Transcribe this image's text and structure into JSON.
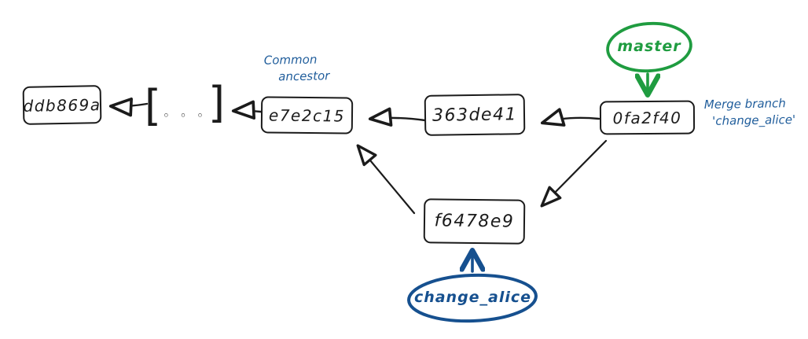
{
  "commits": {
    "ddb869a": "ddb869a",
    "e7e2c15": "e7e2c15",
    "363de41": "363de41",
    "0fa2f40": "0fa2f40",
    "f6478e9": "f6478e9"
  },
  "ellipsis": {
    "open_bracket": "[",
    "dots": "◦ ◦ ◦",
    "close_bracket": "]"
  },
  "branches": {
    "master": "master",
    "change_alice": "change_alice"
  },
  "annotations": {
    "common_ancestor_line1": "Common",
    "common_ancestor_line2": "ancestor",
    "merge_line1": "Merge branch",
    "merge_line2": "'change_alice'"
  },
  "colors": {
    "ink": "#1b1b1b",
    "branch_green": "#1f9c40",
    "branch_blue": "#16508f",
    "note_blue": "#215e9c"
  }
}
